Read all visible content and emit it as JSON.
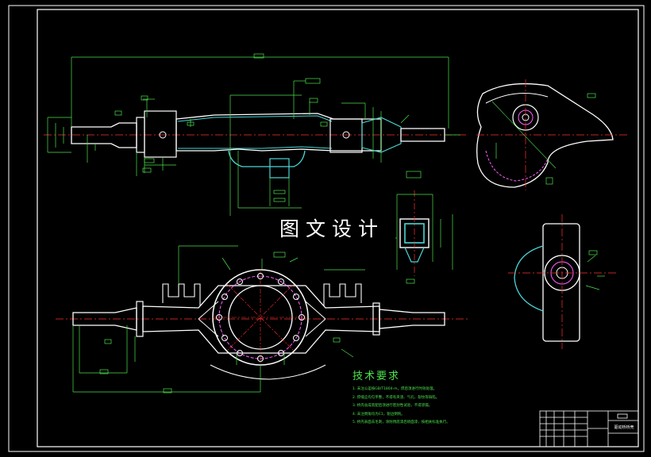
{
  "watermark": "图文设计",
  "tech_requirements": {
    "title": "技术要求",
    "items": [
      "1. 未注公差按GB/T1804-m，焊后须进行时效处理。",
      "2. 焊缝应均匀平整，不得有夹渣、气孔、裂纹等缺陷。",
      "3. 桥壳总成装配后须进行密封性试验，不得渗漏。",
      "4. 未注倒角均为C1，锐边倒钝。",
      "5. 桥壳表面去毛刺，涂防锈底漆后喷面漆，按相关标准执行。"
    ]
  },
  "title_block": {
    "drawing_title": "驱动桥桥壳"
  },
  "colors": {
    "frame": "#ffffff",
    "dimension": "#4ce24c",
    "outline": "#ffffff",
    "centerline": "#ff3030",
    "hatch": "#4cd6d6",
    "hidden": "#ff60ff"
  }
}
